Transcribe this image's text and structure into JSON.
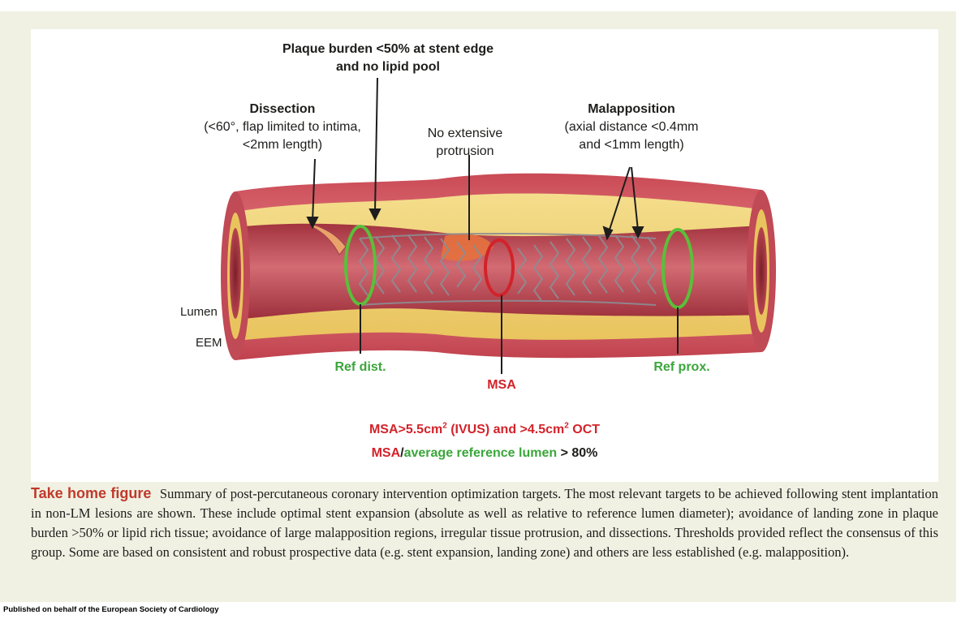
{
  "figure": {
    "plaque_title": [
      "Plaque burden <50% at stent edge",
      "and no lipid pool"
    ],
    "dissection_title": "Dissection",
    "dissection_detail": [
      "(<60°, flap limited to intima,",
      "<2mm length)"
    ],
    "protrusion": [
      "No extensive",
      "protrusion"
    ],
    "malapposition_title": "Malapposition",
    "malapposition_detail": [
      "(axial distance <0.4mm",
      "and <1mm length)"
    ],
    "lumen_label": "Lumen",
    "eem_label": "EEM",
    "ref_dist": "Ref dist.",
    "msa": "MSA",
    "ref_prox": "Ref prox.",
    "target_line1_a": "MSA>5.5cm",
    "target_line1_sup1": "2",
    "target_line1_b": " (IVUS) and >4.5cm",
    "target_line1_sup2": "2",
    "target_line1_c": " OCT",
    "target_line2_msa": "MSA",
    "target_line2_slash": "/",
    "target_line2_ref": "average reference lumen",
    "target_line2_tail": " > 80%"
  },
  "caption": {
    "title": "Take home figure",
    "text": "Summary of post-percutaneous coronary intervention optimization targets. The most relevant targets to be achieved following stent implantation in non-LM lesions are shown. These include optimal stent expansion (absolute as well as relative to reference lumen diameter); avoidance of landing zone in plaque burden >50% or lipid rich tissue; avoidance of large malapposition regions, irregular tissue protrusion, and dissections. Thresholds provided reflect the consensus of this group. Some are based on consistent and robust prospective data (e.g. stent expansion, landing zone) and others are less established (e.g. malapposition)."
  },
  "footer": {
    "publisher": "Published on behalf of the European Society of Cardiology"
  },
  "colors": {
    "frame": "#f0f1e3",
    "vessel_wall": "#d9626a",
    "plaque": "#f1d37a",
    "lumen": "#b8434f",
    "ref_ring": "#5bbf3a",
    "msa_ring": "#d2232a",
    "caption_title": "#c0392b"
  }
}
